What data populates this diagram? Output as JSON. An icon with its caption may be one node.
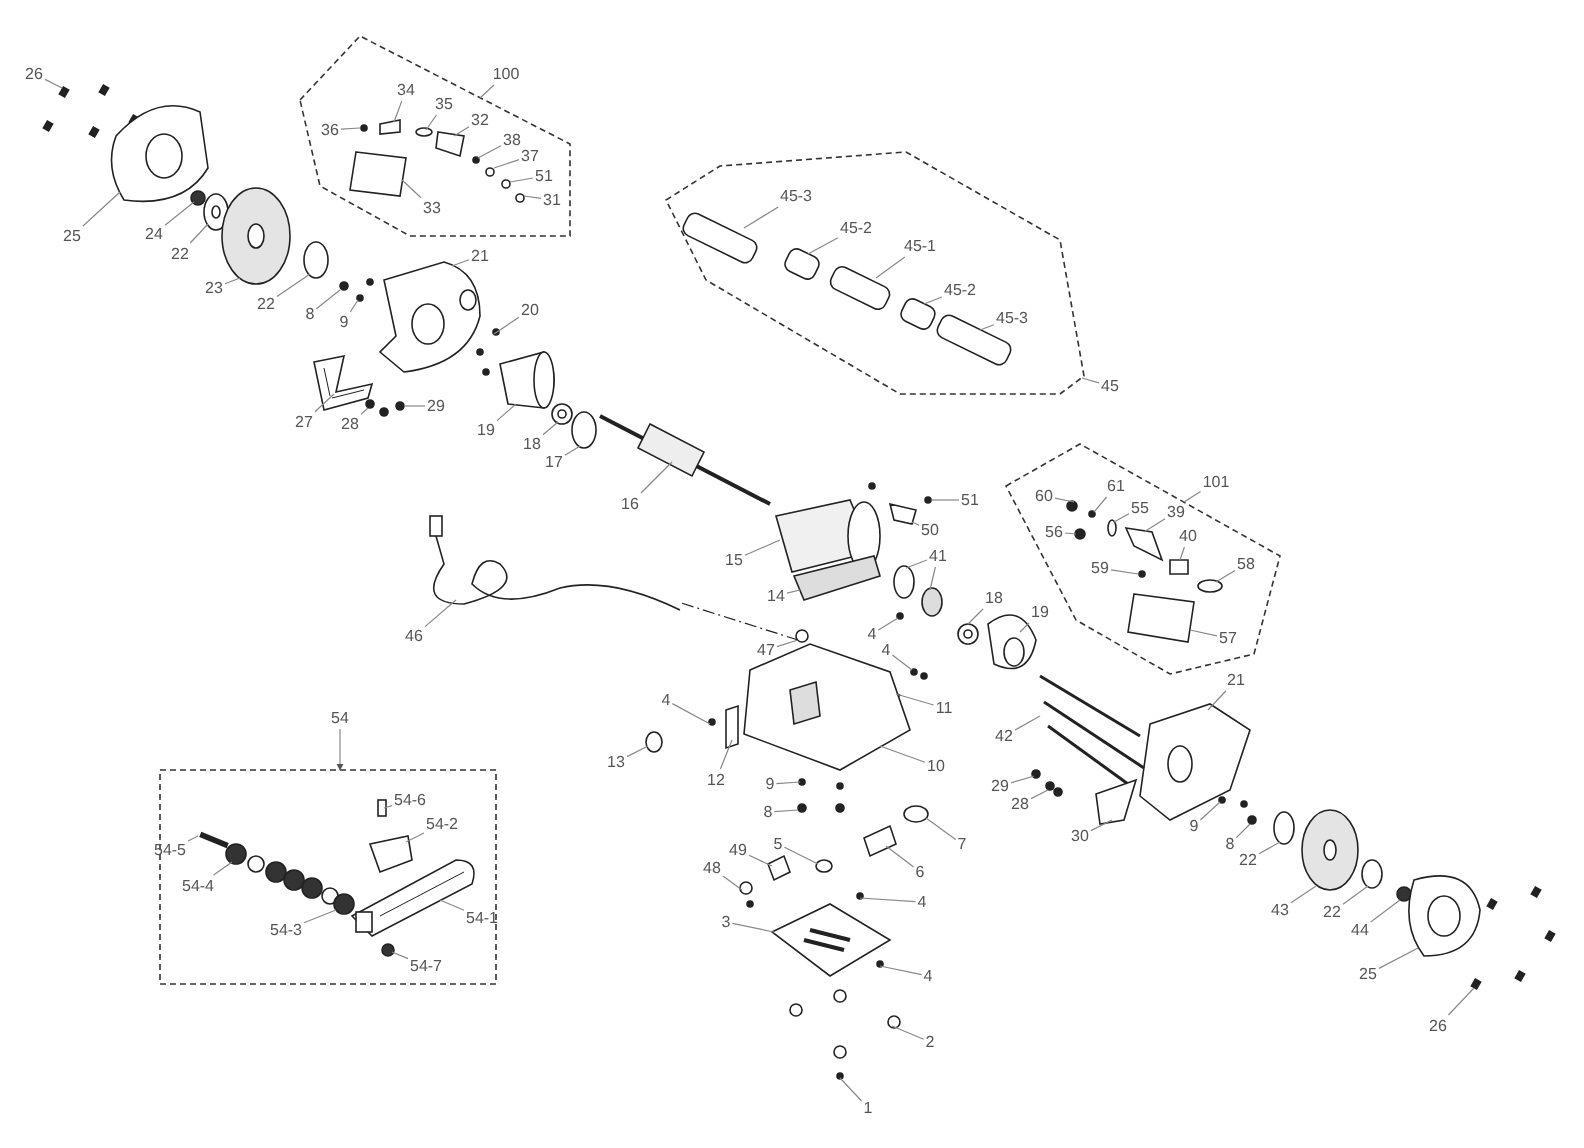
{
  "diagram": {
    "nodes": [
      {
        "text": [
          "26"
        ]
      },
      {
        "text": [
          "25"
        ]
      },
      {
        "text": [
          "24"
        ]
      },
      {
        "text": [
          "22"
        ]
      },
      {
        "text": [
          "23"
        ]
      },
      {
        "text": [
          "22"
        ]
      },
      {
        "text": [
          "8"
        ]
      },
      {
        "text": [
          "9"
        ]
      },
      {
        "text": [
          "21"
        ]
      },
      {
        "text": [
          "20"
        ]
      },
      {
        "text": [
          "27"
        ]
      },
      {
        "text": [
          "28"
        ]
      },
      {
        "text": [
          "29"
        ]
      },
      {
        "text": [
          "19"
        ]
      },
      {
        "text": [
          "18"
        ]
      },
      {
        "text": [
          "17"
        ]
      },
      {
        "text": [
          "16"
        ]
      },
      {
        "text": [
          "100"
        ]
      },
      {
        "text": [],
        "shape": "polygon"
      },
      {
        "text": [
          "34"
        ],
        "in": 18
      },
      {
        "text": [
          "35"
        ],
        "in": 18
      },
      {
        "text": [
          "32"
        ],
        "in": 18
      },
      {
        "text": [
          "36"
        ],
        "in": 18
      },
      {
        "text": [
          "38"
        ],
        "in": 18
      },
      {
        "text": [
          "37"
        ],
        "in": 18
      },
      {
        "text": [
          "51"
        ],
        "in": 18
      },
      {
        "text": [
          "31"
        ],
        "in": 18
      },
      {
        "text": [
          "33"
        ],
        "in": 18
      },
      {
        "text": [],
        "shape": "polygon"
      },
      {
        "text": [
          "45-3"
        ],
        "in": 28
      },
      {
        "text": [
          "45-2"
        ],
        "in": 28
      },
      {
        "text": [
          "45-1"
        ],
        "in": 28
      },
      {
        "text": [
          "45-2"
        ],
        "in": 28
      },
      {
        "text": [
          "45-3"
        ],
        "in": 28
      },
      {
        "text": [
          "45"
        ]
      },
      {
        "text": [
          "51"
        ]
      },
      {
        "text": [
          "50"
        ]
      },
      {
        "text": [
          "15"
        ]
      },
      {
        "text": [
          "14"
        ]
      },
      {
        "text": [
          "41"
        ]
      },
      {
        "text": [
          "4"
        ]
      },
      {
        "text": [
          "18"
        ]
      },
      {
        "text": [
          "19"
        ]
      },
      {
        "text": [
          "101"
        ]
      },
      {
        "text": [],
        "shape": "polygon"
      },
      {
        "text": [
          "60"
        ],
        "in": 44
      },
      {
        "text": [
          "61"
        ],
        "in": 44
      },
      {
        "text": [
          "55"
        ],
        "in": 44
      },
      {
        "text": [
          "39"
        ],
        "in": 44
      },
      {
        "text": [
          "56"
        ],
        "in": 44
      },
      {
        "text": [
          "40"
        ],
        "in": 44
      },
      {
        "text": [
          "59"
        ],
        "in": 44
      },
      {
        "text": [
          "58"
        ],
        "in": 44
      },
      {
        "text": [
          "57"
        ],
        "in": 44
      },
      {
        "text": [
          "46"
        ]
      },
      {
        "text": [
          "47"
        ]
      },
      {
        "text": [
          "4"
        ]
      },
      {
        "text": [
          "11"
        ]
      },
      {
        "text": [
          "4"
        ]
      },
      {
        "text": [
          "13"
        ]
      },
      {
        "text": [
          "12"
        ]
      },
      {
        "text": [
          "10"
        ]
      },
      {
        "text": [
          "21"
        ]
      },
      {
        "text": [
          "42"
        ]
      },
      {
        "text": [
          "9"
        ]
      },
      {
        "text": [
          "29"
        ]
      },
      {
        "text": [
          "28"
        ]
      },
      {
        "text": [
          "8"
        ]
      },
      {
        "text": [
          "9"
        ]
      },
      {
        "text": [
          "30"
        ]
      },
      {
        "text": [
          "7"
        ]
      },
      {
        "text": [
          "8"
        ]
      },
      {
        "text": [
          "5"
        ]
      },
      {
        "text": [
          "49"
        ]
      },
      {
        "text": [
          "22"
        ]
      },
      {
        "text": [
          "48"
        ]
      },
      {
        "text": [
          "6"
        ]
      },
      {
        "text": [
          "4"
        ]
      },
      {
        "text": [
          "43"
        ]
      },
      {
        "text": [
          "22"
        ]
      },
      {
        "text": [
          "3"
        ]
      },
      {
        "text": [
          "44"
        ]
      },
      {
        "text": [
          "25"
        ]
      },
      {
        "text": [
          "4"
        ]
      },
      {
        "text": [
          "26"
        ]
      },
      {
        "text": [
          "2"
        ]
      },
      {
        "text": [
          "1"
        ]
      },
      {
        "text": [
          "54"
        ]
      },
      {
        "text": [],
        "shape": "box"
      },
      {
        "text": [
          "54-6"
        ],
        "in": 88
      },
      {
        "text": [
          "54-2"
        ],
        "in": 88
      },
      {
        "text": [
          "54-5"
        ],
        "in": 88
      },
      {
        "text": [
          "54-4"
        ],
        "in": 88
      },
      {
        "text": [
          "54-1"
        ],
        "in": 88
      },
      {
        "text": [
          "54-3"
        ],
        "in": 88
      },
      {
        "text": [
          "54-7"
        ],
        "in": 88
      },
      {
        "text": [],
        "shape": "box"
      },
      {
        "text": [],
        "shape": "picture"
      },
      {
        "text": [],
        "shape": "circle"
      },
      {
        "text": [],
        "shape": "circle"
      },
      {
        "text": [],
        "shape": "circle"
      },
      {
        "text": [],
        "shape": "circle"
      },
      {
        "text": [],
        "shape": "circle"
      },
      {
        "text": [],
        "shape": "circle"
      },
      {
        "text": [],
        "shape": "picture"
      },
      {
        "text": [],
        "shape": "circle"
      },
      {
        "text": [],
        "shape": "picture"
      },
      {
        "text": [],
        "shape": "circle"
      },
      {
        "text": [],
        "shape": "circle"
      },
      {
        "text": [],
        "shape": "picture"
      },
      {
        "text": [],
        "shape": "circle"
      },
      {
        "text": [],
        "shape": "circle"
      },
      {
        "text": [],
        "shape": "picture"
      },
      {
        "text": [],
        "shape": "box",
        "in": 18
      },
      {
        "text": [],
        "shape": "circle",
        "in": 18
      },
      {
        "text": [],
        "shape": "box",
        "in": 18
      },
      {
        "text": [],
        "shape": "circle",
        "in": 18
      },
      {
        "text": [],
        "shape": "circle",
        "in": 18
      },
      {
        "text": [],
        "shape": "circle",
        "in": 18
      },
      {
        "text": [],
        "shape": "circle",
        "in": 18
      },
      {
        "text": [],
        "shape": "circle",
        "in": 18
      },
      {
        "text": [],
        "shape": "box",
        "in": 18
      },
      {
        "text": [],
        "shape": "cylinder",
        "in": 28
      },
      {
        "text": [],
        "shape": "cylinder",
        "in": 28
      },
      {
        "text": [],
        "shape": "cylinder",
        "in": 28
      },
      {
        "text": [],
        "shape": "cylinder",
        "in": 28
      },
      {
        "text": [],
        "shape": "cylinder",
        "in": 28
      },
      {
        "text": [],
        "shape": "circle"
      },
      {
        "text": [],
        "shape": "box"
      },
      {
        "text": [],
        "shape": "picture"
      },
      {
        "text": [],
        "shape": "box"
      },
      {
        "text": [],
        "shape": "circle"
      },
      {
        "text": [],
        "shape": "circle"
      },
      {
        "text": [],
        "shape": "circle"
      },
      {
        "text": [],
        "shape": "circle"
      },
      {
        "text": [],
        "shape": "picture"
      },
      {
        "text": [],
        "shape": "circle",
        "in": 44
      },
      {
        "text": [],
        "shape": "circle",
        "in": 44
      },
      {
        "text": [],
        "shape": "circle",
        "in": 44
      },
      {
        "text": [],
        "shape": "box",
        "in": 44
      },
      {
        "text": [],
        "shape": "circle",
        "in": 44
      },
      {
        "text": [],
        "shape": "box",
        "in": 44
      },
      {
        "text": [],
        "shape": "circle",
        "in": 44
      },
      {
        "text": [],
        "shape": "circle",
        "in": 44
      },
      {
        "text": [],
        "shape": "box",
        "in": 44
      },
      {
        "text": [],
        "shape": "picture"
      },
      {
        "text": [],
        "shape": "circle"
      },
      {
        "text": [],
        "shape": "circle"
      },
      {
        "text": [],
        "shape": "bar"
      },
      {
        "text": [],
        "shape": "circle"
      },
      {
        "text": [],
        "shape": "circle"
      },
      {
        "text": [],
        "shape": "box"
      },
      {
        "text": [],
        "shape": "picture"
      },
      {
        "text": [],
        "shape": "picture"
      },
      {
        "text": [],
        "shape": "bar"
      },
      {
        "text": [],
        "shape": "circle"
      },
      {
        "text": [],
        "shape": "circle"
      },
      {
        "text": [],
        "shape": "circle"
      },
      {
        "text": [],
        "shape": "circle"
      },
      {
        "text": [],
        "shape": "circle"
      },
      {
        "text": [],
        "shape": "box"
      },
      {
        "text": [],
        "shape": "circle"
      },
      {
        "text": [],
        "shape": "circle"
      },
      {
        "text": [],
        "shape": "circle"
      },
      {
        "text": [],
        "shape": "box"
      },
      {
        "text": [],
        "shape": "circle"
      },
      {
        "text": [],
        "shape": "circle"
      },
      {
        "text": [],
        "shape": "box"
      },
      {
        "text": [],
        "shape": "circle"
      },
      {
        "text": [],
        "shape": "circle"
      },
      {
        "text": [],
        "shape": "circle"
      },
      {
        "text": [],
        "shape": "picture"
      },
      {
        "text": [],
        "shape": "circle"
      },
      {
        "text": [],
        "shape": "picture"
      },
      {
        "text": [],
        "shape": "circle"
      },
      {
        "text": [],
        "shape": "box"
      },
      {
        "text": [],
        "shape": "circle"
      },
      {
        "text": [],
        "shape": "circle"
      },
      {
        "text": [],
        "shape": "box",
        "in": 88
      },
      {
        "text": [],
        "shape": "box",
        "in": 88
      },
      {
        "text": [],
        "shape": "bar",
        "in": 88
      },
      {
        "text": [],
        "shape": "circle",
        "in": 88
      },
      {
        "text": [],
        "shape": "picture",
        "in": 88
      },
      {
        "text": [],
        "shape": "circle",
        "in": 88
      },
      {
        "text": [],
        "shape": "circle",
        "in": 88
      }
    ],
    "edges": [
      {
        "from": 0,
        "to": 96,
        "arrow": "none"
      },
      {
        "from": 1,
        "to": 97,
        "arrow": "none"
      },
      {
        "from": 2,
        "to": 98,
        "arrow": "none"
      },
      {
        "from": 3,
        "to": 99,
        "arrow": "none"
      },
      {
        "from": 4,
        "to": 100,
        "arrow": "none"
      },
      {
        "from": 5,
        "to": 101,
        "arrow": "none"
      },
      {
        "from": 6,
        "to": 102,
        "arrow": "none"
      },
      {
        "from": 7,
        "to": 103,
        "arrow": "none"
      },
      {
        "from": 8,
        "to": 104,
        "arrow": "none"
      },
      {
        "from": 9,
        "to": 105,
        "arrow": "none"
      },
      {
        "from": 10,
        "to": 106,
        "arrow": "none"
      },
      {
        "from": 11,
        "to": 107,
        "arrow": "none"
      },
      {
        "from": 12,
        "to": 108,
        "arrow": "none"
      },
      {
        "from": 13,
        "to": 109,
        "arrow": "none"
      },
      {
        "from": 14,
        "to": 110,
        "arrow": "none"
      },
      {
        "from": 15,
        "to": 111,
        "arrow": "none"
      },
      {
        "from": 16,
        "to": 112,
        "arrow": "none"
      },
      {
        "from": 17,
        "to": 18,
        "arrow": "none"
      },
      {
        "from": 19,
        "to": 113,
        "arrow": "none"
      },
      {
        "from": 20,
        "to": 114,
        "arrow": "none"
      },
      {
        "from": 21,
        "to": 115,
        "arrow": "none"
      },
      {
        "from": 22,
        "to": 116,
        "arrow": "none"
      },
      {
        "from": 23,
        "to": 117,
        "arrow": "none"
      },
      {
        "from": 24,
        "to": 118,
        "arrow": "none"
      },
      {
        "from": 25,
        "to": 119,
        "arrow": "none"
      },
      {
        "from": 26,
        "to": 120,
        "arrow": "none"
      },
      {
        "from": 27,
        "to": 121,
        "arrow": "none"
      },
      {
        "from": 29,
        "to": 122,
        "arrow": "none"
      },
      {
        "from": 30,
        "to": 123,
        "arrow": "none"
      },
      {
        "from": 31,
        "to": 124,
        "arrow": "none"
      },
      {
        "from": 32,
        "to": 125,
        "arrow": "none"
      },
      {
        "from": 33,
        "to": 126,
        "arrow": "none"
      },
      {
        "from": 34,
        "to": 28,
        "arrow": "none"
      },
      {
        "from": 35,
        "to": 127,
        "arrow": "none"
      },
      {
        "from": 36,
        "to": 128,
        "arrow": "none"
      },
      {
        "from": 37,
        "to": 129,
        "arrow": "none"
      },
      {
        "from": 38,
        "to": 130,
        "arrow": "none"
      },
      {
        "from": 39,
        "to": 131,
        "arrow": "none"
      },
      {
        "from": 39,
        "to": 132,
        "arrow": "none"
      },
      {
        "from": 40,
        "to": 133,
        "arrow": "none"
      },
      {
        "from": 41,
        "to": 134,
        "arrow": "none"
      },
      {
        "from": 42,
        "to": 135,
        "arrow": "none"
      },
      {
        "from": 43,
        "to": 44,
        "arrow": "none"
      },
      {
        "from": 45,
        "to": 136,
        "arrow": "none"
      },
      {
        "from": 46,
        "to": 137,
        "arrow": "none"
      },
      {
        "from": 47,
        "to": 138,
        "arrow": "none"
      },
      {
        "from": 48,
        "to": 139,
        "arrow": "none"
      },
      {
        "from": 49,
        "to": 140,
        "arrow": "none"
      },
      {
        "from": 50,
        "to": 141,
        "arrow": "none"
      },
      {
        "from": 51,
        "to": 142,
        "arrow": "none"
      },
      {
        "from": 52,
        "to": 143,
        "arrow": "none"
      },
      {
        "from": 53,
        "to": 144,
        "arrow": "none"
      },
      {
        "from": 54,
        "to": 145,
        "arrow": "none"
      },
      {
        "from": 55,
        "to": 146,
        "arrow": "none"
      },
      {
        "from": 56,
        "to": 147,
        "arrow": "none"
      },
      {
        "from": 57,
        "to": 148,
        "arrow": "none"
      },
      {
        "from": 58,
        "to": 149,
        "arrow": "none"
      },
      {
        "from": 59,
        "to": 150,
        "arrow": "none"
      },
      {
        "from": 60,
        "to": 151,
        "arrow": "none"
      },
      {
        "from": 61,
        "to": 152,
        "arrow": "none"
      },
      {
        "from": 62,
        "to": 153,
        "arrow": "none"
      },
      {
        "from": 63,
        "to": 154,
        "arrow": "none"
      },
      {
        "from": 64,
        "to": 155,
        "arrow": "none"
      },
      {
        "from": 65,
        "to": 156,
        "arrow": "none"
      },
      {
        "from": 66,
        "to": 157,
        "arrow": "none"
      },
      {
        "from": 67,
        "to": 158,
        "arrow": "none"
      },
      {
        "from": 68,
        "to": 159,
        "arrow": "none"
      },
      {
        "from": 69,
        "to": 160,
        "arrow": "none"
      },
      {
        "from": 70,
        "to": 161,
        "arrow": "none"
      },
      {
        "from": 71,
        "to": 162,
        "arrow": "none"
      },
      {
        "from": 72,
        "to": 163,
        "arrow": "none"
      },
      {
        "from": 73,
        "to": 164,
        "arrow": "none"
      },
      {
        "from": 74,
        "to": 165,
        "arrow": "none"
      },
      {
        "from": 75,
        "to": 166,
        "arrow": "none"
      },
      {
        "from": 76,
        "to": 167,
        "arrow": "none"
      },
      {
        "from": 77,
        "to": 168,
        "arrow": "none"
      },
      {
        "from": 78,
        "to": 169,
        "arrow": "none"
      },
      {
        "from": 79,
        "to": 170,
        "arrow": "none"
      },
      {
        "from": 80,
        "to": 171,
        "arrow": "none"
      },
      {
        "from": 81,
        "to": 172,
        "arrow": "none"
      },
      {
        "from": 82,
        "to": 173,
        "arrow": "none"
      },
      {
        "from": 83,
        "to": 174,
        "arrow": "none"
      },
      {
        "from": 84,
        "to": 175,
        "arrow": "none"
      },
      {
        "from": 85,
        "to": 176,
        "arrow": "none"
      },
      {
        "from": 86,
        "to": 177,
        "arrow": "none"
      },
      {
        "from": 87,
        "to": 88,
        "arrow": "to"
      },
      {
        "from": 89,
        "to": 178,
        "arrow": "none"
      },
      {
        "from": 90,
        "to": 179,
        "arrow": "none"
      },
      {
        "from": 91,
        "to": 180,
        "arrow": "none"
      },
      {
        "from": 92,
        "to": 181,
        "arrow": "none"
      },
      {
        "from": 93,
        "to": 182,
        "arrow": "none"
      },
      {
        "from": 94,
        "to": 183,
        "arrow": "none"
      },
      {
        "from": 95,
        "to": 184,
        "arrow": "none"
      },
      {
        "from": 145,
        "to": 146,
        "arrow": "none",
        "style": "dashed",
        "color": "#222222"
      }
    ]
  }
}
